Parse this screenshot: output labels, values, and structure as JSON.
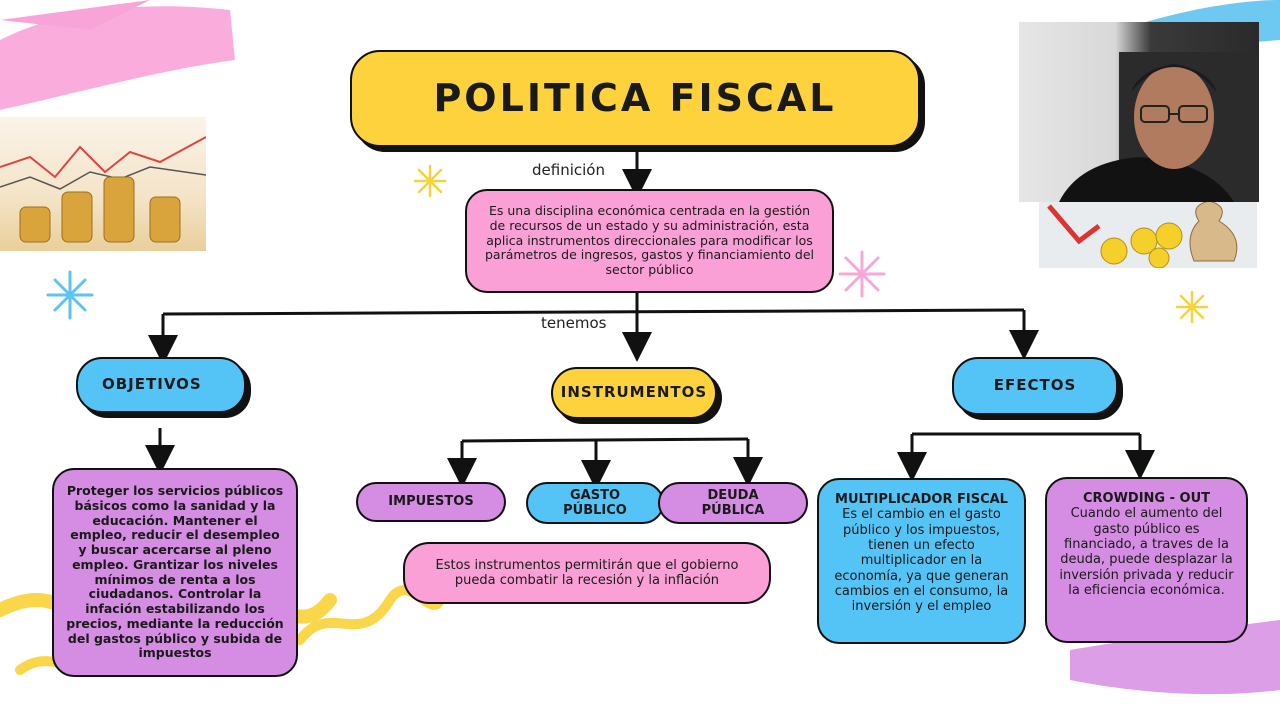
{
  "title": "POLITICA FISCAL",
  "connector_labels": {
    "definition": "definición",
    "have": "tenemos"
  },
  "definition_text": "Es una disciplina económica centrada en la gestión de recursos de un estado y su administración, esta aplica instrumentos direccionales para modificar los parámetros de ingresos, gastos y financiamiento del sector público",
  "branches": {
    "objetivos": {
      "label": "OBJETIVOS",
      "text": "Proteger los servicios públicos básicos como la sanidad y la educación. Mantener el empleo, reducir el desempleo y buscar acercarse al pleno empleo. Grantizar los niveles mínimos de renta a los ciudadanos. Controlar la infación estabilizando los precios, mediante la reducción del gastos público y subida de impuestos"
    },
    "instrumentos": {
      "label": "INSTRUMENTOS",
      "items": [
        "IMPUESTOS",
        "GASTO PÚBLICO",
        "DEUDA PÚBLICA"
      ],
      "note": "Estos instrumentos permitirán que el gobierno pueda combatir la recesión y la inflación"
    },
    "efectos": {
      "label": "EFECTOS",
      "multiplicador": {
        "title": "MULTIPLICADOR FISCAL",
        "text": "Es el cambio en el gasto público y los impuestos, tienen un efecto multiplicador en la economía, ya que generan cambios en el consumo, la inversión y el empleo"
      },
      "crowding": {
        "title": "CROWDING - OUT",
        "text": "Cuando el aumento del gasto público es financiado, a traves de la deuda, puede desplazar la inversión privada y reducir la eficiencia económica."
      }
    }
  },
  "colors": {
    "yellow": "#fdd23c",
    "pink": "#fba0d6",
    "blue": "#54c3f6",
    "purple": "#d58de3",
    "outline": "#111111"
  }
}
